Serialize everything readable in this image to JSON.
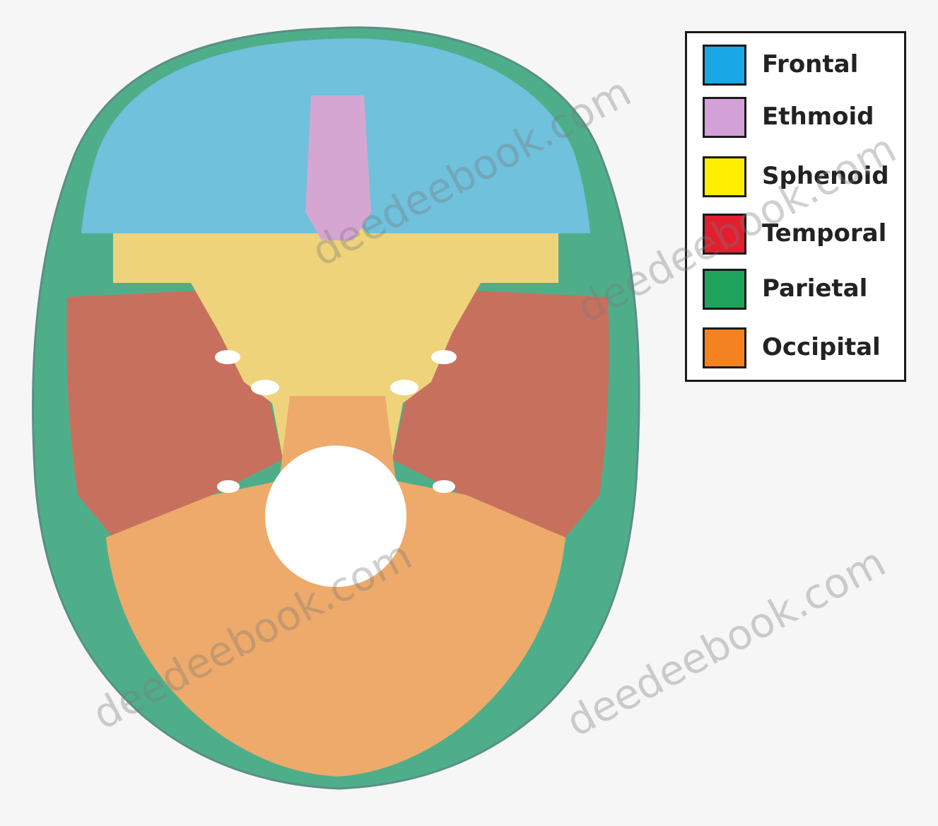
{
  "legend": {
    "items": [
      {
        "label": "Frontal",
        "color": "#1aa7e6"
      },
      {
        "label": "Ethmoid",
        "color": "#d4a0d8"
      },
      {
        "label": "Sphenoid",
        "color": "#ffee00"
      },
      {
        "label": "Temporal",
        "color": "#e31e2e"
      },
      {
        "label": "Parietal",
        "color": "#1fa35a"
      },
      {
        "label": "Occipital",
        "color": "#f58220"
      }
    ]
  },
  "watermarks": [
    "deedeebook.com",
    "deedeebook.com",
    "deedeebook.com",
    "deedeebook.com"
  ],
  "colors": {
    "frontal_fill": "#6fc1dc",
    "ethmoid_fill": "#d6a6d2",
    "sphenoid_fill": "#efd37a",
    "temporal_fill": "#c8705e",
    "parietal_fill": "#4fae8a",
    "occipital_fill": "#eeaa6a",
    "foramen_fill": "#ffffff"
  }
}
